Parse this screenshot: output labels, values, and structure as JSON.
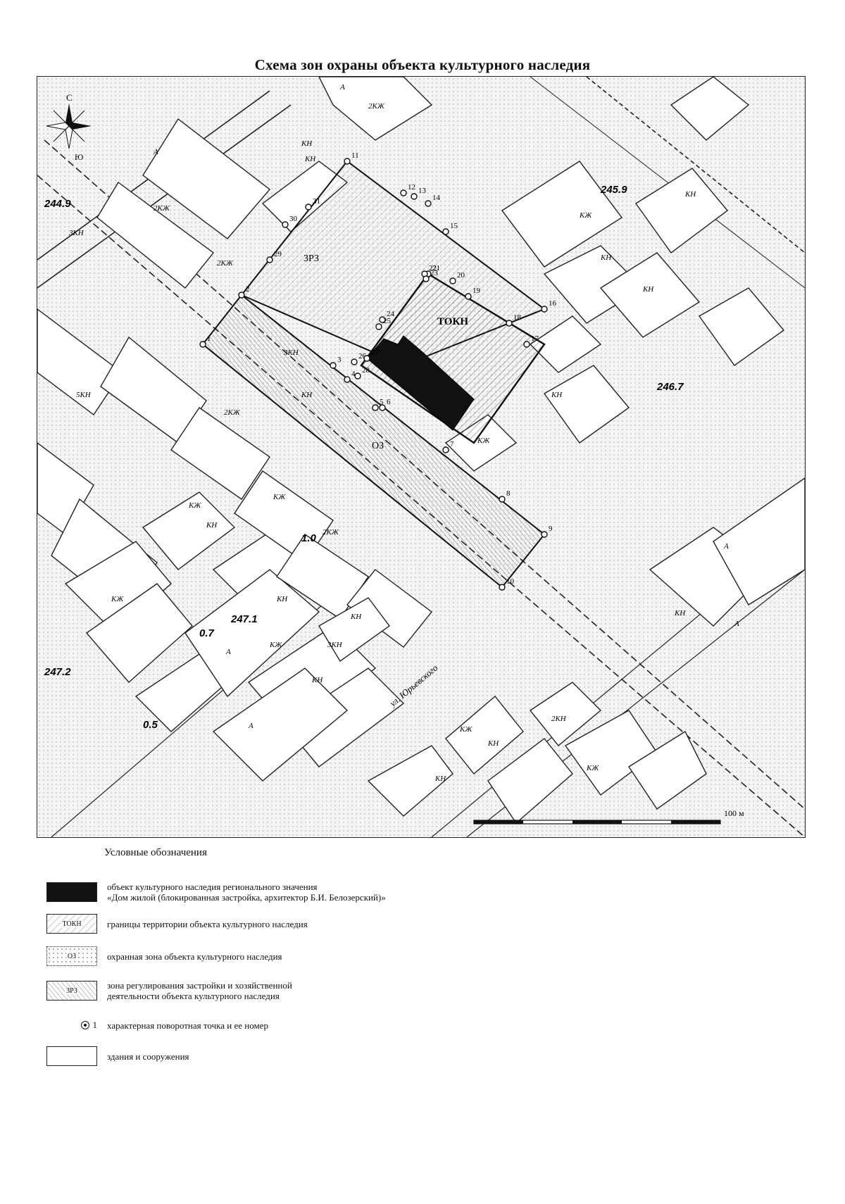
{
  "title": "Схема зон охраны объекта культурного наследия",
  "map": {
    "zone_labels": {
      "zrz": "ЗРЗ",
      "tokn": "ТОКН",
      "oz": "ОЗ"
    },
    "compass": {
      "north": "С",
      "south": "Ю"
    },
    "points": [
      "1",
      "2",
      "3",
      "4",
      "5",
      "6",
      "7",
      "8",
      "9",
      "10",
      "11",
      "12",
      "13",
      "14",
      "15",
      "16",
      "17",
      "18",
      "19",
      "20",
      "21",
      "22",
      "23",
      "24",
      "25",
      "26",
      "27",
      "28",
      "29",
      "30",
      "31"
    ],
    "building_labels": [
      "А",
      "2КЖ",
      "КН",
      "2КЖ",
      "3КН",
      "КН",
      "2КЖ",
      "А",
      "5КН",
      "3КН",
      "КН",
      "2КЖ",
      "КЖ",
      "КН",
      "КЖ",
      "2КЖ",
      "КЖ",
      "КН",
      "А",
      "КЖ",
      "КН",
      "3КН",
      "КН",
      "А",
      "КЖ",
      "КН",
      "2КН",
      "КЖ",
      "А",
      "КН",
      "КЖ",
      "КН",
      "КН",
      "КН",
      "А",
      "КН",
      "КЖ",
      "КН"
    ],
    "elevations": [
      "244.9",
      "245.9",
      "246.7",
      "247.1",
      "247.2",
      "0.7",
      "0.5",
      "1.0"
    ],
    "street_label": "ул. Юрьевского",
    "scale_label": "100 м"
  },
  "legend": {
    "title": "Условные обозначения",
    "items": [
      {
        "swatch_text": "",
        "text": "объект культурного наследия регионального значения\n«Дом жилой (блокированная застройка, архитектор Б.И. Белозерский)»"
      },
      {
        "swatch_text": "ТОКН",
        "text": "границы территории объекта культурного наследия"
      },
      {
        "swatch_text": "ОЗ",
        "text": "охранная зона объекта культурного наследия"
      },
      {
        "swatch_text": "ЗРЗ",
        "text": "зона регулирования застройки и хозяйственной\nдеятельности объекта культурного наследия"
      },
      {
        "swatch_text": "1",
        "text": "характерная поворотная точка и ее номер"
      },
      {
        "swatch_text": "",
        "text": "здания и сооружения"
      }
    ]
  },
  "colors": {
    "object": "#111111",
    "zone_hatch": "#555555",
    "map_bg": "#f4f4f4",
    "building": "#ffffff"
  }
}
